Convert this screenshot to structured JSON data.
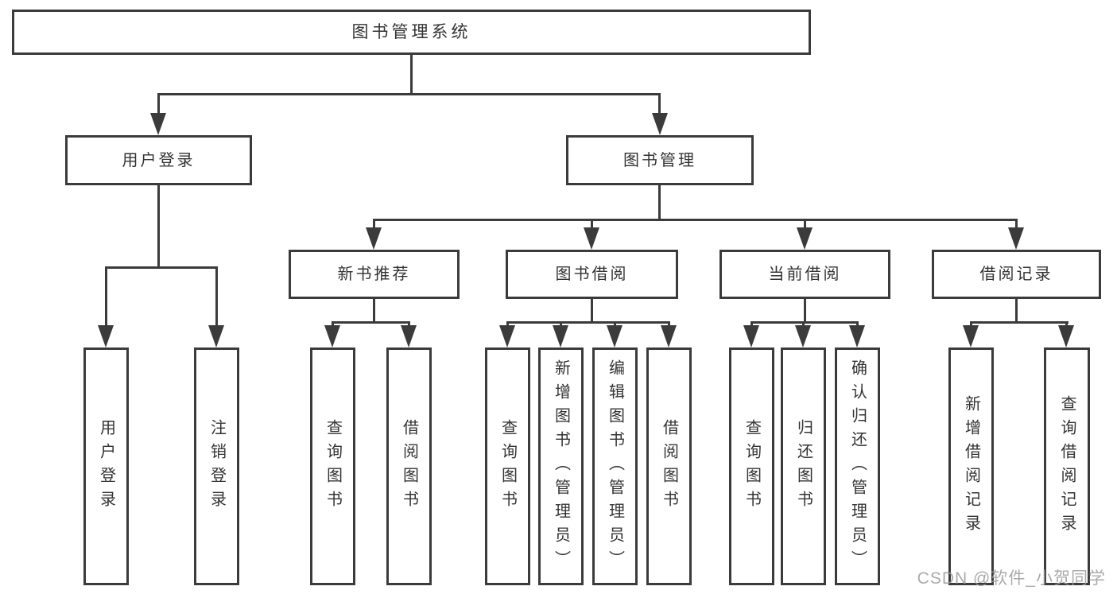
{
  "diagram": {
    "type": "hierarchy-tree",
    "title": "图书管理系统",
    "watermark": "CSDN @软件_小贺同学",
    "colors": {
      "line": "#3b3b3b",
      "text": "#333333",
      "watermark": "#9c9c9c",
      "background": "#ffffff"
    },
    "tree": {
      "label": "图书管理系统",
      "children": [
        {
          "label": "用户登录",
          "children": [
            {
              "label": "用户登录"
            },
            {
              "label": "注销登录"
            }
          ]
        },
        {
          "label": "图书管理",
          "children": [
            {
              "label": "新书推荐",
              "children": [
                {
                  "label": "查询图书"
                },
                {
                  "label": "借阅图书"
                }
              ]
            },
            {
              "label": "图书借阅",
              "children": [
                {
                  "label": "查询图书"
                },
                {
                  "label": "新增图书（管理员）"
                },
                {
                  "label": "编辑图书（管理员）"
                },
                {
                  "label": "借阅图书"
                }
              ]
            },
            {
              "label": "当前借阅",
              "children": [
                {
                  "label": "查询图书"
                },
                {
                  "label": "归还图书"
                },
                {
                  "label": "确认归还（管理员）"
                }
              ]
            },
            {
              "label": "借阅记录",
              "children": [
                {
                  "label": "新增借阅记录"
                },
                {
                  "label": "查询借阅记录"
                }
              ]
            }
          ]
        }
      ]
    }
  }
}
